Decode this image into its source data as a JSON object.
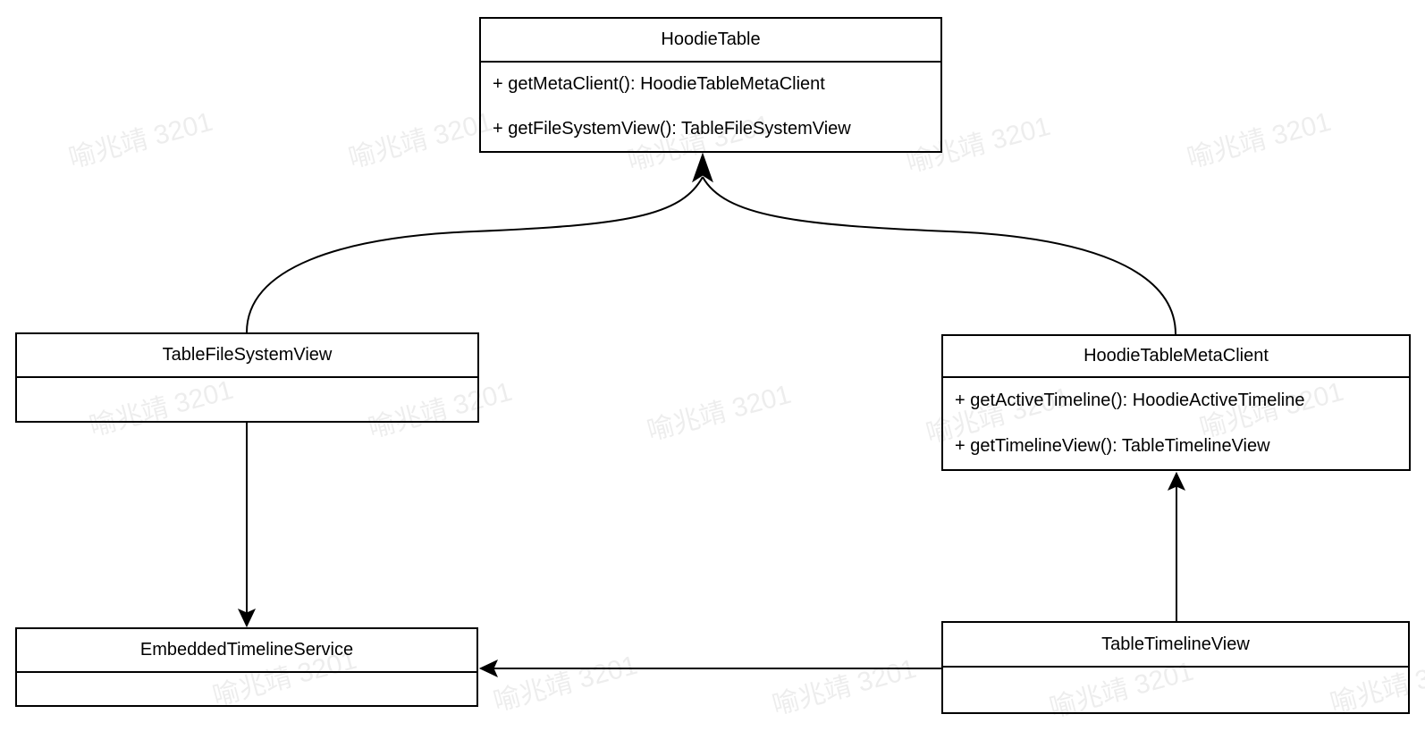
{
  "watermark": {
    "text": "喻兆靖 3201"
  },
  "colors": {
    "line": "#000000",
    "background": "#ffffff",
    "watermark_tint": "rgba(0,0,0,0.07)"
  },
  "classes": {
    "hoodieTable": {
      "name": "HoodieTable",
      "methods": [
        "+ getMetaClient(): HoodieTableMetaClient",
        "+ getFileSystemView(): TableFileSystemView"
      ]
    },
    "tableFileSystemView": {
      "name": "TableFileSystemView",
      "methods": []
    },
    "hoodieTableMetaClient": {
      "name": "HoodieTableMetaClient",
      "methods": [
        "+ getActiveTimeline(): HoodieActiveTimeline",
        "+ getTimelineView(): TableTimelineView"
      ]
    },
    "embeddedTimelineService": {
      "name": "EmbeddedTimelineService",
      "methods": []
    },
    "tableTimelineView": {
      "name": "TableTimelineView",
      "methods": []
    }
  },
  "relations": [
    {
      "from": "TableFileSystemView",
      "to": "HoodieTable",
      "style": "curved-arrow"
    },
    {
      "from": "HoodieTableMetaClient",
      "to": "HoodieTable",
      "style": "curved-arrow"
    },
    {
      "from": "TableFileSystemView",
      "to": "EmbeddedTimelineService",
      "style": "straight-arrow"
    },
    {
      "from": "TableTimelineView",
      "to": "HoodieTableMetaClient",
      "style": "straight-arrow"
    },
    {
      "from": "TableTimelineView",
      "to": "EmbeddedTimelineService",
      "style": "straight-arrow"
    }
  ]
}
